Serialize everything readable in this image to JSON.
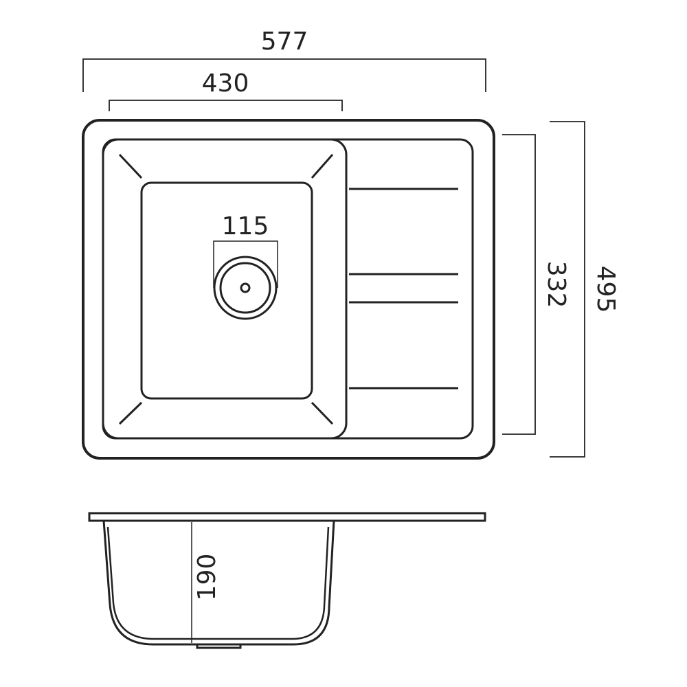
{
  "dimensions": {
    "overall_width": "577",
    "bowl_width": "430",
    "drain_diameter": "115",
    "inner_depth_span": "332",
    "overall_depth": "495",
    "bowl_depth": "190"
  },
  "colors": {
    "line": "#222222",
    "background": "#ffffff"
  }
}
